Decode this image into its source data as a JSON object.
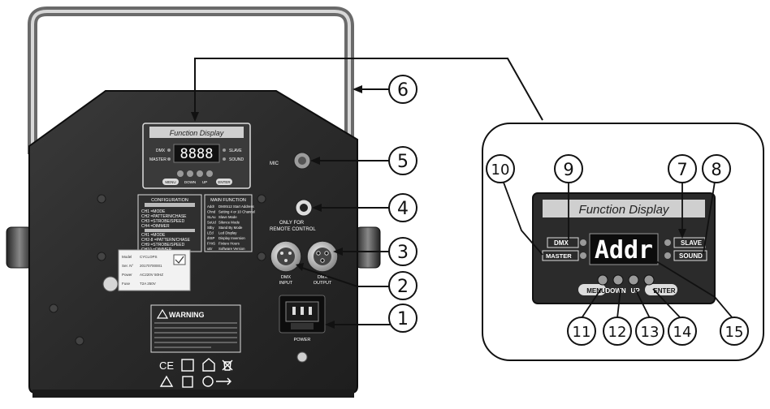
{
  "callouts": [
    "1",
    "2",
    "3",
    "4",
    "5",
    "6",
    "7",
    "8",
    "9",
    "10",
    "11",
    "12",
    "13",
    "14",
    "15"
  ],
  "labels": {
    "mic": "MIC",
    "remote": "ONLY FOR",
    "remote2": "REMOTE CONTROL",
    "dmx_input": "DMX",
    "dmx_input2": "INPUT",
    "dmx_output": "DMX",
    "dmx_output2": "OUTPUT",
    "power": "POWER",
    "warning": "WARNING"
  },
  "display": {
    "title": "Function Display",
    "readout": "Addr",
    "readout_small": "8888",
    "dmx": "DMX",
    "master": "MASTER",
    "slave": "SLAVE",
    "sound": "SOUND",
    "menu": "MENU",
    "down": "DOWN",
    "up": "UP",
    "enter": "ENTER"
  },
  "config_table": {
    "header": "CONFIGURATION",
    "rows": [
      "CH1 =MODE",
      "CH2 =PATTERN/CHASE",
      "CH3 =STROBE/SPEED",
      "CH4 =DIMMER",
      "CH1 =MODE",
      "CH2-8 =PATTERN/CHASE",
      "CH9 =STROBE/SPEED",
      "CH10 =DIMMER"
    ]
  },
  "main_function": {
    "header": "MAIN FUNCTION",
    "rows": [
      {
        "code": "Addr",
        "desc": "DMX512 Start Address"
      },
      {
        "code": "Chnd",
        "desc": "Setting 4 or 10 Channel"
      },
      {
        "code": "SLAu",
        "desc": "Slave Mode"
      },
      {
        "code": "SoUd",
        "desc": "Silence Mode"
      },
      {
        "code": "Stby",
        "desc": "Stand By Mode"
      },
      {
        "code": "LEd",
        "desc": "Led Display"
      },
      {
        "code": "dISP",
        "desc": "Display Inversion"
      },
      {
        "code": "FHrS",
        "desc": "Fixture Hours"
      },
      {
        "code": "uEr",
        "desc": "Software Version"
      }
    ]
  },
  "sticker": {
    "rows": [
      {
        "k": "Model",
        "v": "CYCLOPS"
      },
      {
        "k": "Ser. N°",
        "v": "20170700001"
      },
      {
        "k": "Power",
        "v": "AC220V 50HZ"
      },
      {
        "k": "Fuse",
        "v": "T2A 250V"
      }
    ]
  },
  "colors": {
    "panel": "#2b2b2b",
    "line": "#111111",
    "white": "#ffffff"
  }
}
